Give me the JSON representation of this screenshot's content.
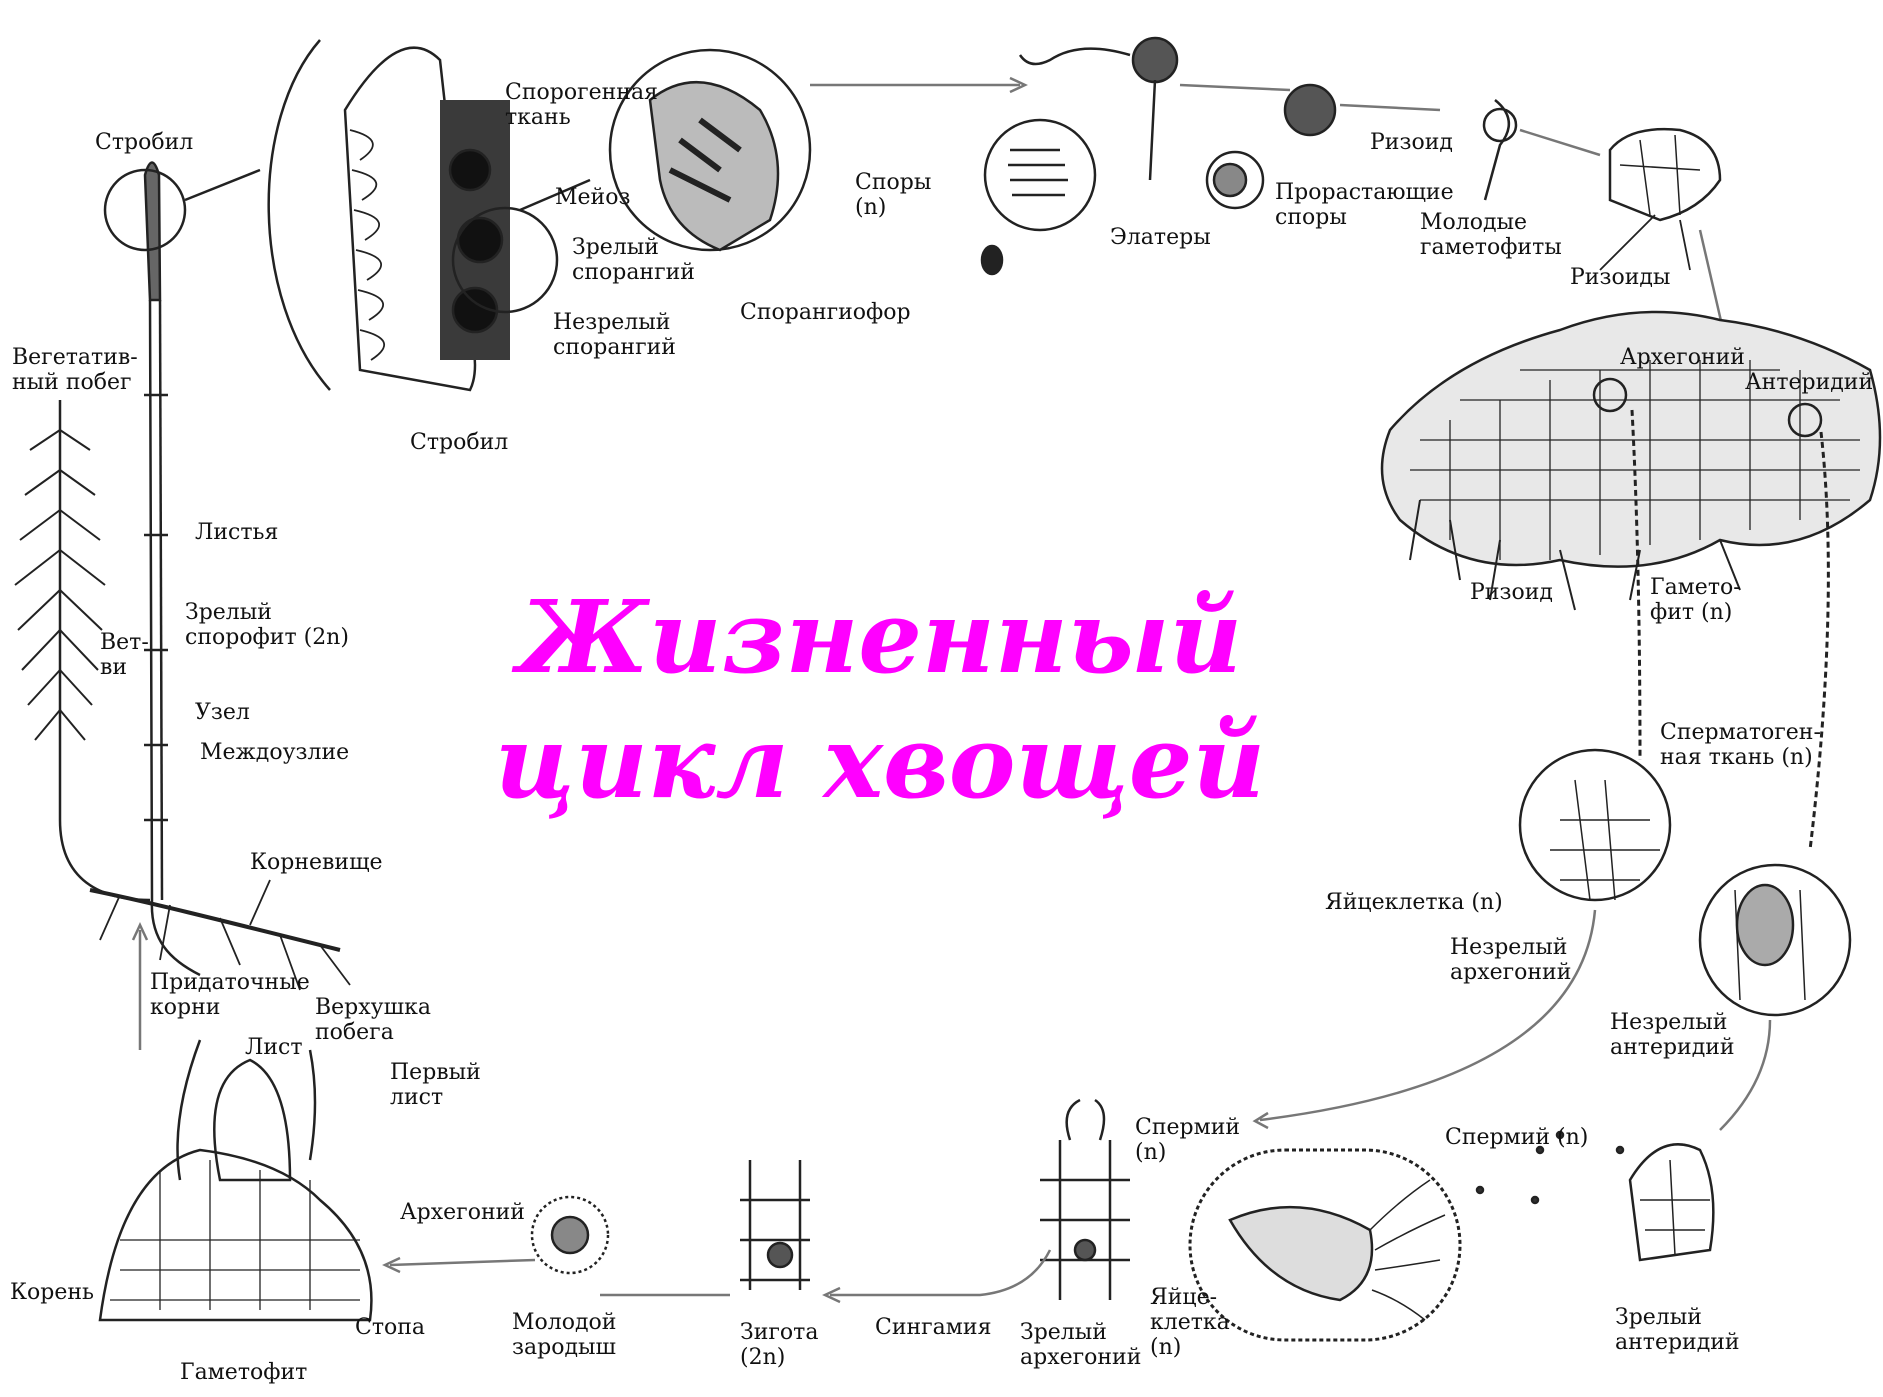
{
  "title_line1": "Жизненный",
  "title_line2": "цикл хвощей",
  "labels": {
    "strobil_top": "Стробил",
    "vegetative_shoot": "Вегетатив-\nный побег",
    "leaves": "Листья",
    "mature_sporophyte": "Зрелый\nспорофит (2n)",
    "branches": "Вет-\nви",
    "node": "Узел",
    "internode": "Междоузлие",
    "rhizome": "Корневище",
    "adventitious_roots": "Придаточные\nкорни",
    "sporogenous_tissue": "Спорогенная\nткань",
    "meiosis": "Мейоз",
    "mature_sporangium": "Зрелый\nспорангий",
    "immature_sporangium": "Незрелый\nспорангий",
    "strobil_bottom": "Стробил",
    "spores": "Споры\n(n)",
    "sporangiophore": "Спорангиофор",
    "elaters": "Элатеры",
    "germinating_spores": "Прорастающие\nспоры",
    "rhizoid_top": "Ризоид",
    "young_gametophytes": "Молодые\nгаметофиты",
    "rhizoids": "Ризоиды",
    "archegonium_top": "Архегоний",
    "antheridium_top": "Антеридий",
    "rhizoid_mid": "Ризоид",
    "gametophyte_n": "Гамето-\nфит (n)",
    "spermatogenous_tissue": "Сперматоген-\nная ткань (n)",
    "egg_cell": "Яйцеклетка (n)",
    "immature_archegonium": "Незрелый\nархегоний",
    "immature_antheridium": "Незрелый\nантеридий",
    "sperm_right": "Спермий (n)",
    "mature_antheridium": "Зрелый\nантеридий",
    "sperm_left": "Спермий\n(n)",
    "egg_cell_bottom": "Яйце-\nклетка\n(n)",
    "mature_archegonium": "Зрелый\nархегоний",
    "syngamy": "Сингамия",
    "zygote": "Зигота\n(2n)",
    "young_embryo": "Молодой\nзародыш",
    "archegonium_bottom": "Архегоний",
    "stopa": "Стопа",
    "root": "Корень",
    "gametophyte_bottom": "Гаметофит",
    "first_leaf": "Первый\nлист",
    "shoot_apex": "Верхушка\nпобега",
    "leaf": "Лист"
  }
}
